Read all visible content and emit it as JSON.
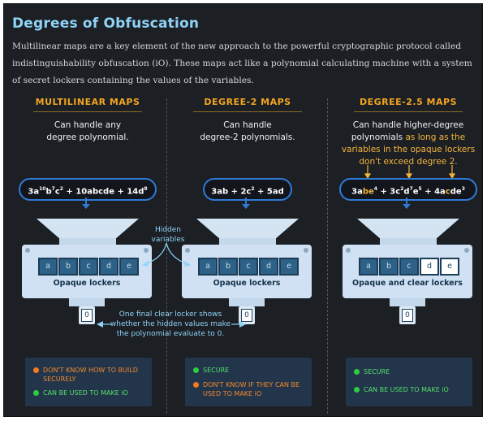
{
  "header": {
    "title": "Degrees of Obfuscation",
    "intro": "Multilinear maps are a key element of the new approach to the powerful cryptographic protocol called indistinguishability obfuscation (iO). These maps act like a polynomial calculating machine with a system of secret lockers containing the values of the variables."
  },
  "columns": [
    {
      "heading": "MULTILINEAR MAPS",
      "desc_line1": "Can handle any",
      "desc_line2": "degree polynomial.",
      "lockers": [
        "a",
        "b",
        "c",
        "d",
        "e"
      ],
      "box_label": "Opaque lockers",
      "output": "0",
      "status": [
        {
          "kind": "orange",
          "text": "DON'T KNOW HOW TO BUILD SECURELY"
        },
        {
          "kind": "green",
          "text": "CAN BE USED TO MAKE iO"
        }
      ]
    },
    {
      "heading": "DEGREE-2 MAPS",
      "desc_line1": "Can handle",
      "desc_line2": "degree-2 polynomials.",
      "lockers": [
        "a",
        "b",
        "c",
        "d",
        "e"
      ],
      "box_label": "Opaque lockers",
      "output": "0",
      "status": [
        {
          "kind": "green",
          "text": "SECURE"
        },
        {
          "kind": "orange",
          "text": "DON'T KNOW IF THEY CAN BE USED TO MAKE iO"
        }
      ]
    },
    {
      "heading": "DEGREE-2.5 MAPS",
      "desc_line1": "Can handle higher-degree",
      "desc_line2": "polynomials",
      "desc_hl1": "as long as the",
      "desc_hl2": "variables in the opaque lockers",
      "desc_hl3": "don't exceed degree 2.",
      "lockers": [
        "a",
        "b",
        "c",
        "d",
        "e"
      ],
      "box_label": "Opaque and clear lockers",
      "output": "0",
      "status": [
        {
          "kind": "green",
          "text": "SECURE"
        },
        {
          "kind": "green",
          "text": "CAN BE USED TO MAKE iO"
        }
      ]
    }
  ],
  "annotations": {
    "hidden_variables": "Hidden variables",
    "clear_locker": "One final clear locker shows whether the hidden values make the polynomial evaluate to 0."
  },
  "colors": {
    "background": "#1c1f24",
    "title": "#8fd3f6",
    "heading": "#f3a521",
    "pill_border": "#2f7bd6",
    "secure": "#2ecc40",
    "warning": "#f07b1f"
  }
}
